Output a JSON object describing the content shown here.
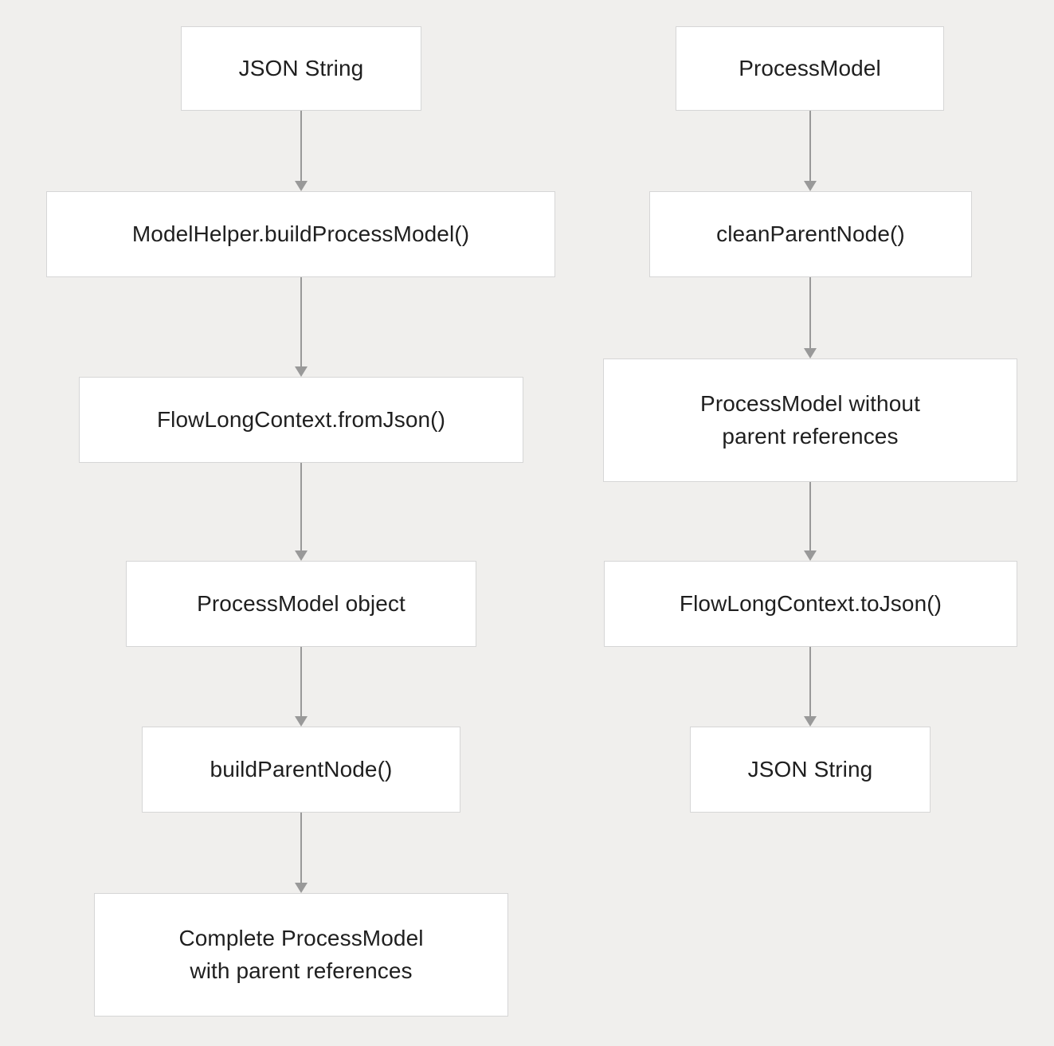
{
  "diagram": {
    "type": "flowchart",
    "title": "",
    "background_color": "#f0efed",
    "node_fill_color": "#ffffff",
    "node_border_color": "#d6d6d6",
    "edge_color": "#999999",
    "text_color": "#1f1f1f",
    "columns": [
      {
        "name": "deserialization-flow",
        "nodes": [
          {
            "id": "left-1",
            "label": "JSON String"
          },
          {
            "id": "left-2",
            "label": "ModelHelper.buildProcessModel()"
          },
          {
            "id": "left-3",
            "label": "FlowLongContext.fromJson()"
          },
          {
            "id": "left-4",
            "label": "ProcessModel object"
          },
          {
            "id": "left-5",
            "label": "buildParentNode()"
          },
          {
            "id": "left-6",
            "label": "Complete ProcessModel\nwith parent references"
          }
        ]
      },
      {
        "name": "serialization-flow",
        "nodes": [
          {
            "id": "right-1",
            "label": "ProcessModel"
          },
          {
            "id": "right-2",
            "label": "cleanParentNode()"
          },
          {
            "id": "right-3",
            "label": "ProcessModel without\nparent references"
          },
          {
            "id": "right-4",
            "label": "FlowLongContext.toJson()"
          },
          {
            "id": "right-5",
            "label": "JSON String"
          }
        ]
      }
    ],
    "edges": [
      {
        "id": "edge-left-1-2",
        "from": "left-1",
        "to": "left-2",
        "arrow": "down-arrow-icon"
      },
      {
        "id": "edge-left-2-3",
        "from": "left-2",
        "to": "left-3",
        "arrow": "down-arrow-icon"
      },
      {
        "id": "edge-left-3-4",
        "from": "left-3",
        "to": "left-4",
        "arrow": "down-arrow-icon"
      },
      {
        "id": "edge-left-4-5",
        "from": "left-4",
        "to": "left-5",
        "arrow": "down-arrow-icon"
      },
      {
        "id": "edge-left-5-6",
        "from": "left-5",
        "to": "left-6",
        "arrow": "down-arrow-icon"
      },
      {
        "id": "edge-right-1-2",
        "from": "right-1",
        "to": "right-2",
        "arrow": "down-arrow-icon"
      },
      {
        "id": "edge-right-2-3",
        "from": "right-2",
        "to": "right-3",
        "arrow": "down-arrow-icon"
      },
      {
        "id": "edge-right-3-4",
        "from": "right-3",
        "to": "right-4",
        "arrow": "down-arrow-icon"
      },
      {
        "id": "edge-right-4-5",
        "from": "right-4",
        "to": "right-5",
        "arrow": "down-arrow-icon"
      }
    ]
  }
}
